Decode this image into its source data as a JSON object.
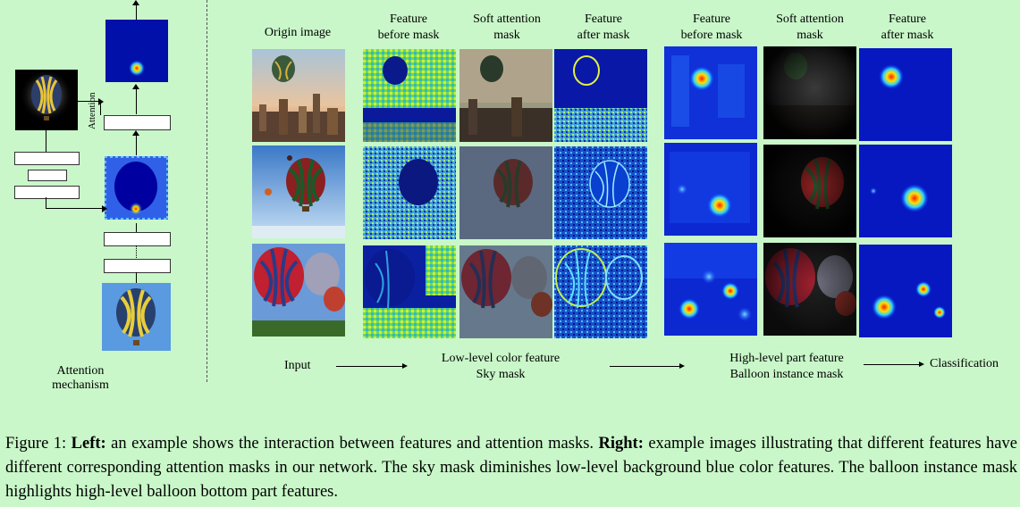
{
  "left_panel": {
    "attention_label": "Attention",
    "panel_label": "Attention mechanism"
  },
  "column_headers": [
    {
      "line1": "Origin image",
      "line2": ""
    },
    {
      "line1": "Feature",
      "line2": "before mask"
    },
    {
      "line1": "Soft attention",
      "line2": "mask"
    },
    {
      "line1": "Feature",
      "line2": "after mask"
    },
    {
      "line1": "Feature",
      "line2": "before mask"
    },
    {
      "line1": "Soft attention",
      "line2": "mask"
    },
    {
      "line1": "Feature",
      "line2": "after mask"
    }
  ],
  "flow": {
    "input": "Input",
    "low_level_1": "Low-level color feature",
    "low_level_2": "Sky mask",
    "high_level_1": "High-level part feature",
    "high_level_2": "Balloon instance mask",
    "classification": "Classification"
  },
  "caption": {
    "prefix": "Figure 1: ",
    "left_bold": "Left:",
    "left_text": " an example shows the interaction between features and attention masks. ",
    "right_bold": "Right:",
    "right_text": " example images illustrating that different features have different corresponding attention masks in our network. The sky mask diminishes low-level background blue color features. The balloon instance mask highlights high-level balloon bottom part features."
  }
}
